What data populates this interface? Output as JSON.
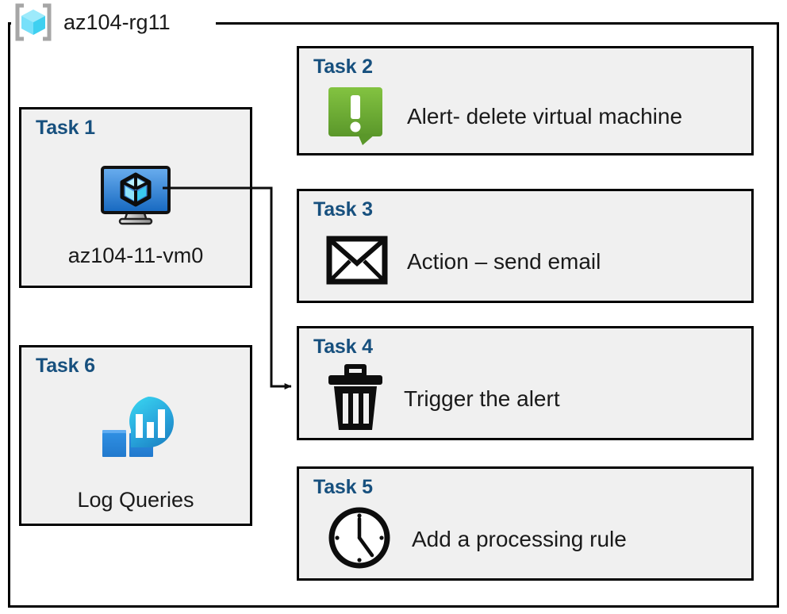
{
  "resource_group": {
    "name": "az104-rg11",
    "icon": "resource-group-cube-icon"
  },
  "colors": {
    "task_title": "#17507e",
    "box_fill": "#f0f0f0",
    "box_border": "#000000",
    "alert_green_light": "#83c341",
    "alert_green_dark": "#5d9b2c",
    "vm_blue_light": "#62a7ea",
    "vm_blue_dark": "#1b6fc4",
    "log_blue": "#2b8fe0",
    "log_cyan": "#32c8ea",
    "rg_cube_cyan": "#5bd9f5"
  },
  "tasks": [
    {
      "id": "task-1",
      "title": "Task 1",
      "label": "az104-11-vm0",
      "icon": "virtual-machine-icon",
      "column": "left"
    },
    {
      "id": "task-2",
      "title": "Task 2",
      "label": "Alert- delete virtual machine",
      "icon": "alert-exclamation-icon",
      "column": "right"
    },
    {
      "id": "task-3",
      "title": "Task 3",
      "label": "Action – send email",
      "icon": "envelope-icon",
      "column": "right"
    },
    {
      "id": "task-4",
      "title": "Task 4",
      "label": "Trigger the alert",
      "icon": "trash-can-icon",
      "column": "right"
    },
    {
      "id": "task-5",
      "title": "Task 5",
      "label": "Add a processing rule",
      "icon": "clock-icon",
      "column": "right"
    },
    {
      "id": "task-6",
      "title": "Task 6",
      "label": "Log Queries",
      "icon": "log-analytics-icon",
      "column": "left"
    }
  ],
  "connector": {
    "name": "vm-to-task4-arrow",
    "from": "task-1",
    "to": "task-4"
  }
}
